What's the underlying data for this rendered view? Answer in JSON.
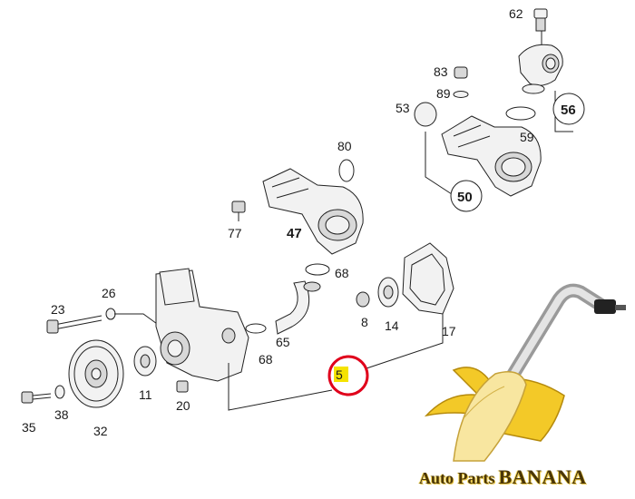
{
  "callouts": {
    "n62": "62",
    "n83": "83",
    "n89": "89",
    "n53": "53",
    "n56": "56",
    "n59": "59",
    "n80": "80",
    "n50": "50",
    "n77": "77",
    "n47": "47",
    "n68a": "68",
    "n68b": "68",
    "n23": "23",
    "n26": "26",
    "n8": "8",
    "n14": "14",
    "n17": "17",
    "n65": "65",
    "n5": "5",
    "n11": "11",
    "n20": "20",
    "n35": "35",
    "n38": "38",
    "n32": "32"
  },
  "highlight": {
    "label_color": "#f5e300",
    "ring_color": "#e0001b"
  },
  "watermark": {
    "brand_prefix": "Auto Parts",
    "brand_name": "BANANA",
    "color": "#f3c928"
  }
}
